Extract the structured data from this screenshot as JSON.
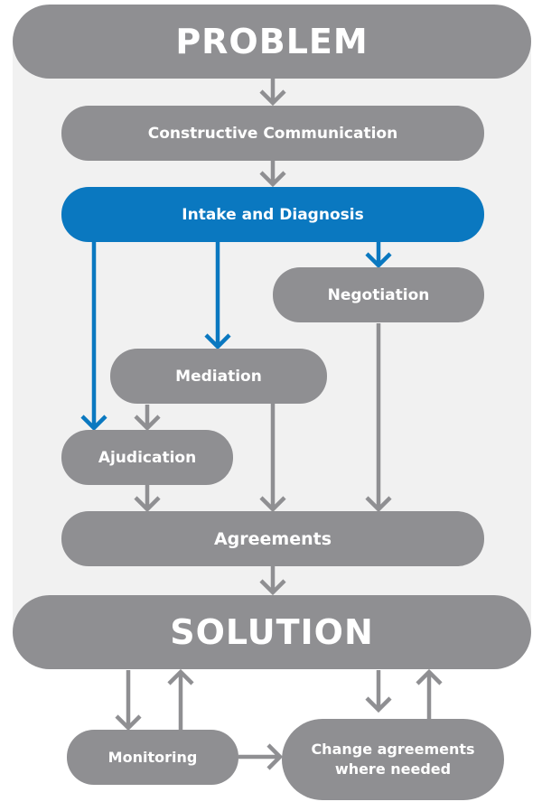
{
  "nodes": {
    "problem": "PROBLEM",
    "constructive": "Constructive Communication",
    "intake": "Intake and Diagnosis",
    "negotiation": "Negotiation",
    "mediation": "Mediation",
    "adjudication": "Ajudication",
    "agreements": "Agreements",
    "solution": "SOLUTION",
    "monitoring": "Monitoring",
    "change_line1": "Change agreements",
    "change_line2": "where needed"
  },
  "colors": {
    "node_gray": "#8f8f92",
    "node_blue": "#0a78c0",
    "background_panel": "#f1f1f1"
  }
}
